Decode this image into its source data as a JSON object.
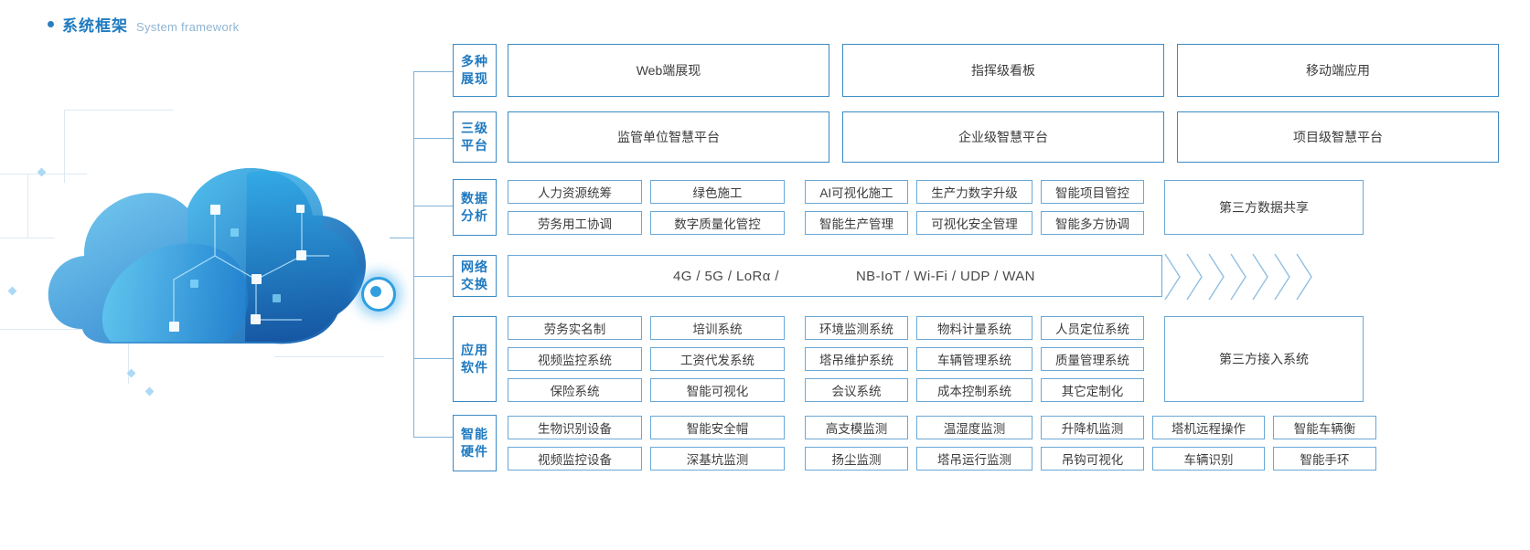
{
  "header": {
    "bullet": "bullet-dot",
    "title_cn": "系统框架",
    "title_en": "System framework"
  },
  "artwork": {
    "name": "cloud-illustration",
    "node_label": "connection-node"
  },
  "rows": [
    {
      "key": "display",
      "label_line1": "多种",
      "label_line2": "展现",
      "type": "three-wide",
      "items": [
        "Web端展现",
        "指挥级看板",
        "移动端应用"
      ]
    },
    {
      "key": "platform",
      "label_line1": "三级",
      "label_line2": "平台",
      "type": "three-wide",
      "items": [
        "监管单位智慧平台",
        "企业级智慧平台",
        "项目级智慧平台"
      ]
    },
    {
      "key": "data",
      "label_line1": "数据",
      "label_line2": "分析",
      "type": "grid-with-side",
      "left_grid": [
        [
          "人力资源统筹",
          "绿色施工"
        ],
        [
          "劳务用工协调",
          "数字质量化管控"
        ]
      ],
      "right_grid": [
        [
          "AI可视化施工",
          "生产力数字升级",
          "智能项目管控"
        ],
        [
          "智能生产管理",
          "可视化安全管理",
          "智能多方协调"
        ]
      ],
      "side": "第三方数据共享"
    },
    {
      "key": "network",
      "label_line1": "网络",
      "label_line2": "交换",
      "type": "band",
      "text_left": "4G / 5G / LoRα /",
      "text_right": "NB-IoT / Wi-Fi / UDP / WAN",
      "chevron_count": 7
    },
    {
      "key": "software",
      "label_line1": "应用",
      "label_line2": "软件",
      "type": "grid-with-side",
      "left_grid": [
        [
          "劳务实名制",
          "培训系统"
        ],
        [
          "视频监控系统",
          "工资代发系统"
        ],
        [
          "保险系统",
          "智能可视化"
        ]
      ],
      "right_grid": [
        [
          "环境监测系统",
          "物料计量系统",
          "人员定位系统"
        ],
        [
          "塔吊维护系统",
          "车辆管理系统",
          "质量管理系统"
        ],
        [
          "会议系统",
          "成本控制系统",
          "其它定制化"
        ]
      ],
      "side": "第三方接入系统"
    },
    {
      "key": "hardware",
      "label_line1": "智能",
      "label_line2": "硬件",
      "type": "grid-wide",
      "left_grid": [
        [
          "生物识别设备",
          "智能安全帽"
        ],
        [
          "视频监控设备",
          "深基坑监测"
        ]
      ],
      "right_grid": [
        [
          "高支模监测",
          "温湿度监测",
          "升降机监测",
          "塔机远程操作",
          "智能车辆衡"
        ],
        [
          "扬尘监测",
          "塔吊运行监测",
          "吊钩可视化",
          "车辆识别",
          "智能手环"
        ]
      ]
    }
  ],
  "colors": {
    "accent": "#1f7ac0",
    "border_strong": "#3b8ac4",
    "border_light": "#6aa8d6",
    "text": "#3c3c3c",
    "subtle": "#8fb4d2"
  }
}
